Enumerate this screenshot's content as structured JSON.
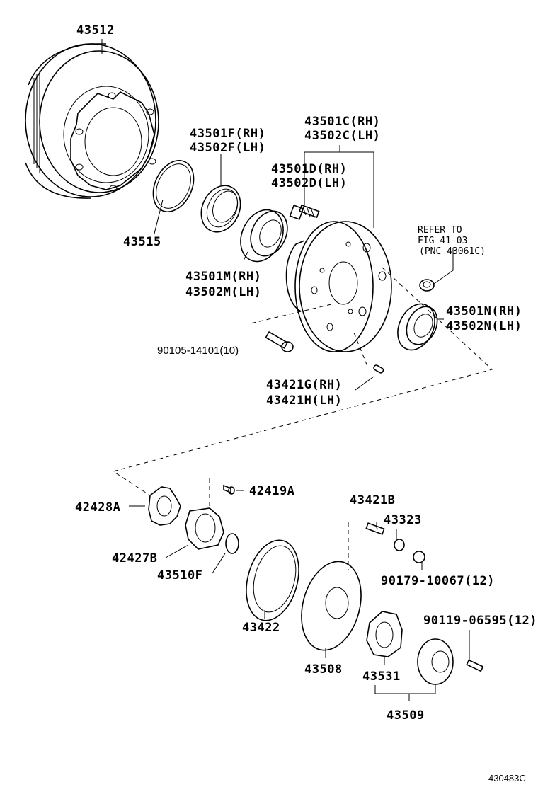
{
  "labels": {
    "p43512": "43512",
    "p43515": "43515",
    "p43501F": "43501F(RH)",
    "p43502F": "43502F(LH)",
    "p43501C": "43501C(RH)",
    "p43502C": "43502C(LH)",
    "p43501D": "43501D(RH)",
    "p43502D": "43502D(LH)",
    "p43501M": "43501M(RH)",
    "p43502M": "43502M(LH)",
    "p43501N": "43501N(RH)",
    "p43502N": "43502N(LH)",
    "p90105": "90105-14101(10)",
    "p43421G": "43421G(RH)",
    "p43421H": "43421H(LH)",
    "p42428A": "42428A",
    "p42419A": "42419A",
    "p42427B": "42427B",
    "p43510F": "43510F",
    "p43421B": "43421B",
    "p43323": "43323",
    "p90179": "90179-10067(12)",
    "p43422": "43422",
    "p43508": "43508",
    "p90119": "90119-06595(12)",
    "p43531": "43531",
    "p43509": "43509"
  },
  "refer": {
    "line1": "REFER TO",
    "line2": "FIG 41-03",
    "line3": "(PNC 43061C)"
  },
  "drawing_code": "430483C"
}
